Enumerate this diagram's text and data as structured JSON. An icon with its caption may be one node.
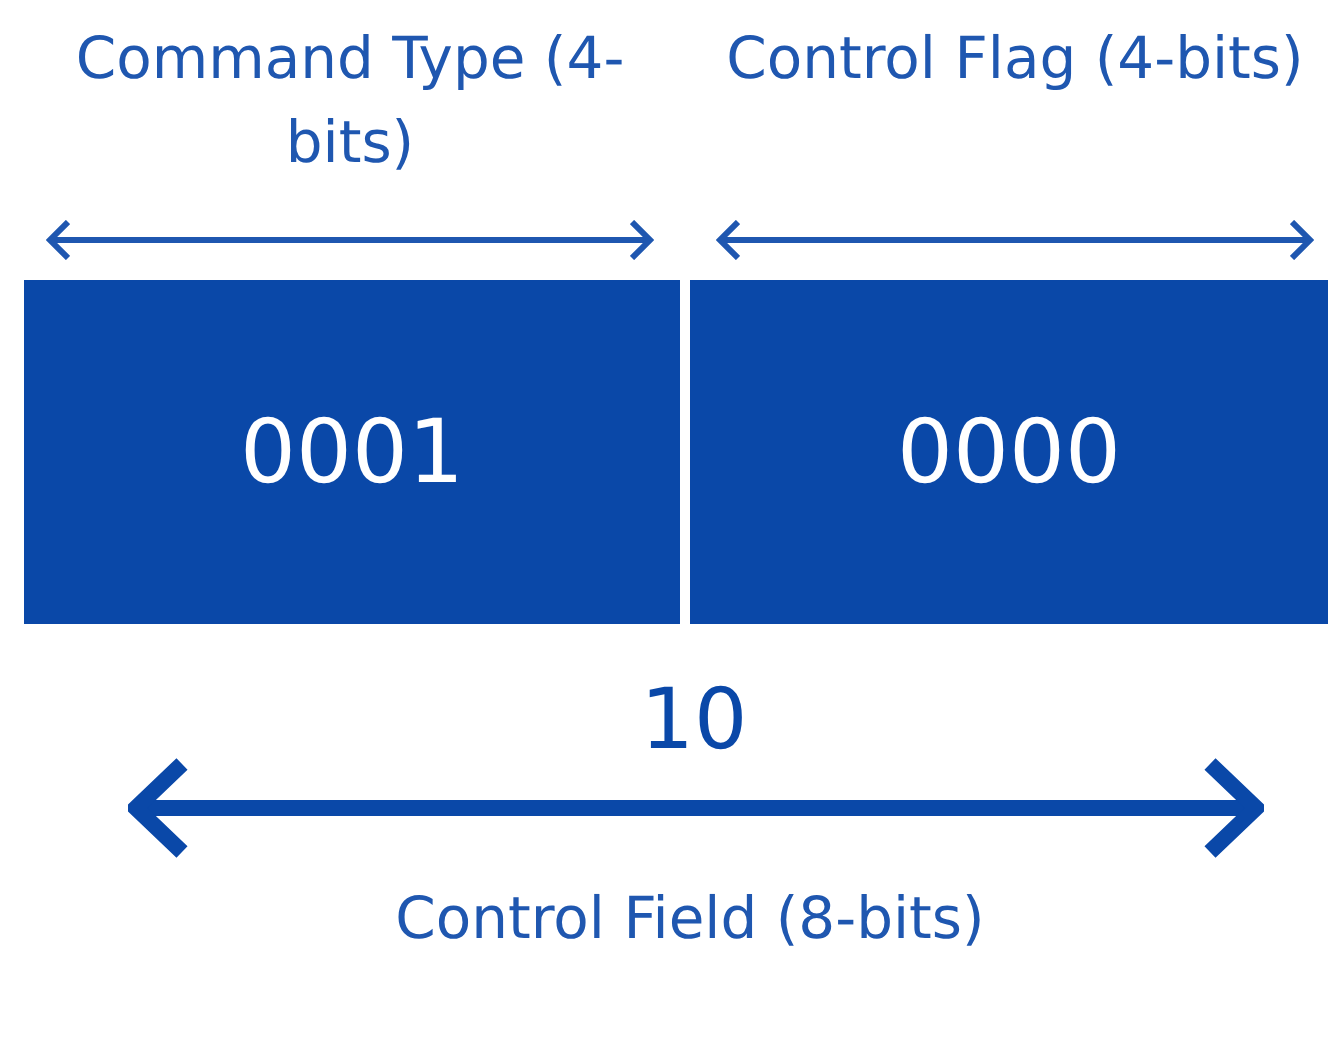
{
  "diagram": {
    "nodes": [
      {
        "text": [
          "0001"
        ],
        "beside": [
          "Command Type (4-bits)"
        ]
      },
      {
        "text": [
          "0000"
        ],
        "beside": [
          "Control Flag (4-bits)"
        ]
      }
    ],
    "labels": [
      "10",
      "Control Field (8-bits)"
    ]
  }
}
